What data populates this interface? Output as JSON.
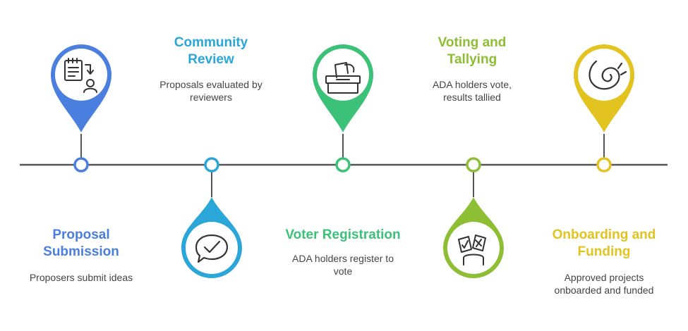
{
  "steps": [
    {
      "title": "Proposal\nSubmission",
      "description": "Proposers submit ideas",
      "color": "#4A7FE0",
      "icon": "document-with-arrow-and-person-icon",
      "pin_side": "above"
    },
    {
      "title": "Community\nReview",
      "description": "Proposals evaluated by\nreviewers",
      "color": "#2BA6D9",
      "icon": "speech-bubble-checkmark-icon",
      "pin_side": "below"
    },
    {
      "title": "Voter Registration",
      "description": "ADA holders register to\nvote",
      "color": "#3CC178",
      "icon": "ballot-box-icon",
      "pin_side": "above"
    },
    {
      "title": "Voting and\nTallying",
      "description": "ADA holders vote,\nresults tallied",
      "color": "#8DBE34",
      "icon": "ballot-papers-check-and-cross-icon",
      "pin_side": "below"
    },
    {
      "title": "Onboarding and\nFunding",
      "description": "Approved projects\nonboarded and funded",
      "color": "#E2C31F",
      "icon": "spiral-hand-icon",
      "pin_side": "above"
    }
  ]
}
